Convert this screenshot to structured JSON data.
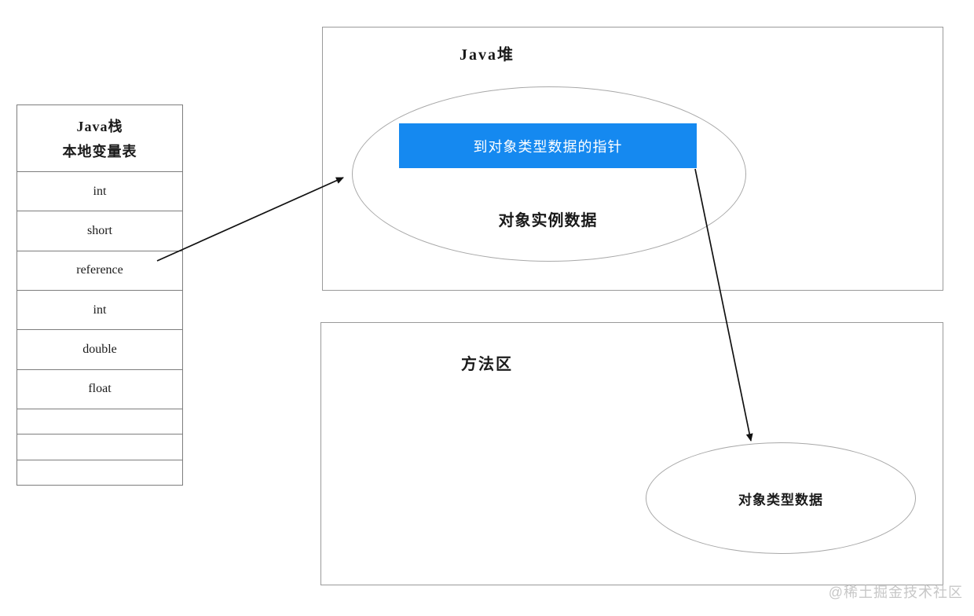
{
  "colors": {
    "accent_blue": "#1589F0",
    "box_border": "#9a9a9a",
    "table_border": "#7d7d7d",
    "text": "#1a1a1a",
    "watermark": "#c7c7c7"
  },
  "stack_table": {
    "title_line1": "Java栈",
    "title_line2": "本地变量表",
    "rows": [
      "int",
      "short",
      "reference",
      "int",
      "double",
      "float",
      "",
      "",
      ""
    ]
  },
  "heap": {
    "title": "Java堆",
    "pointer_label": "到对象类型数据的指针",
    "instance_label": "对象实例数据"
  },
  "method_area": {
    "title": "方法区",
    "type_data_label": "对象类型数据"
  },
  "watermark": "@稀土掘金技术社区"
}
